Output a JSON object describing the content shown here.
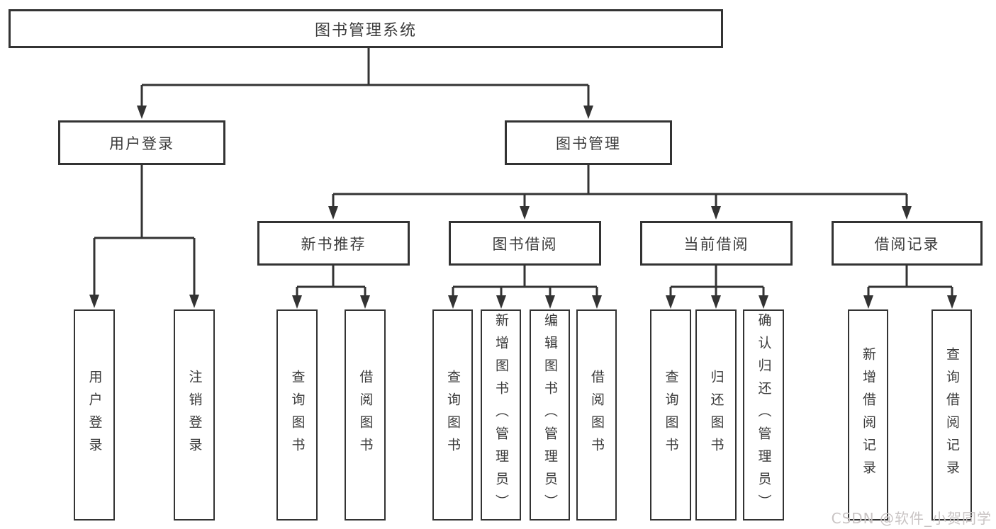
{
  "tree": {
    "label": "图书管理系统",
    "children": [
      {
        "label": "用户登录",
        "children": [
          {
            "label": "用户登录"
          },
          {
            "label": "注销登录"
          }
        ]
      },
      {
        "label": "图书管理",
        "children": [
          {
            "label": "新书推荐",
            "children": [
              {
                "label": "查询图书"
              },
              {
                "label": "借阅图书"
              }
            ]
          },
          {
            "label": "图书借阅",
            "children": [
              {
                "label": "查询图书"
              },
              {
                "label": "新增图书（管理员）"
              },
              {
                "label": "编辑图书（管理员）"
              },
              {
                "label": "借阅图书"
              }
            ]
          },
          {
            "label": "当前借阅",
            "children": [
              {
                "label": "查询图书"
              },
              {
                "label": "归还图书"
              },
              {
                "label": "确认归还（管理员）"
              }
            ]
          },
          {
            "label": "借阅记录",
            "children": [
              {
                "label": "新增借阅记录"
              },
              {
                "label": "查询借阅记录"
              }
            ]
          }
        ]
      }
    ]
  },
  "watermark": {
    "text": "CSDN @软件_小贺同学"
  },
  "colors": {
    "line": "#333333",
    "text": "#3b3b3b",
    "watermark": "#c9c4c4"
  }
}
